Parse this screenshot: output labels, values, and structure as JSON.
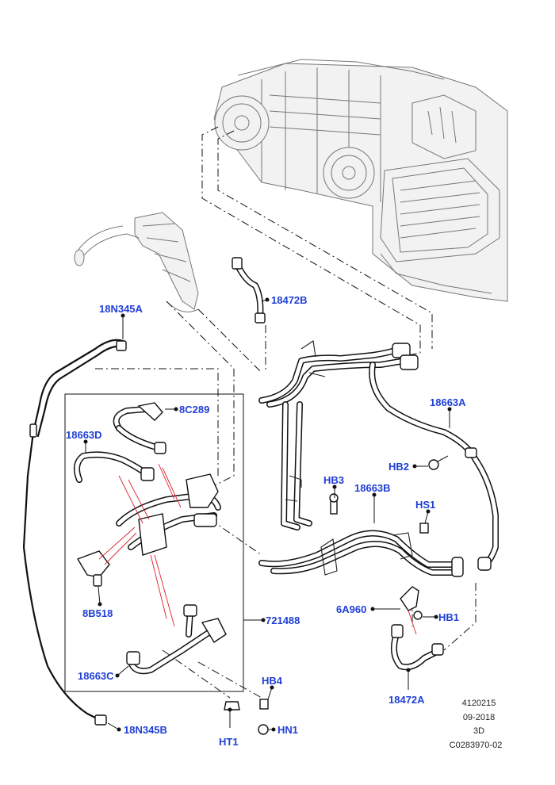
{
  "callouts": {
    "c_18472B_top": "18472B",
    "c_18N345A": "18N345A",
    "c_8C289": "8C289",
    "c_18663D": "18663D",
    "c_18663A": "18663A",
    "c_HB2": "HB2",
    "c_HB3": "HB3",
    "c_18663B": "18663B",
    "c_HS1": "HS1",
    "c_8B518": "8B518",
    "c_721488": "721488",
    "c_6A960": "6A960",
    "c_HB1": "HB1",
    "c_18663C": "18663C",
    "c_HB4": "HB4",
    "c_18472A": "18472A",
    "c_HN1": "HN1",
    "c_HT1": "HT1",
    "c_18N345B": "18N345B"
  },
  "meta": {
    "illustration_no": "4120215",
    "date": "09-2018",
    "view": "3D",
    "code": "C0283970-02"
  },
  "colors": {
    "callout": "#1f3fd6",
    "red_leader": "#e0202a",
    "line": "#111111"
  }
}
